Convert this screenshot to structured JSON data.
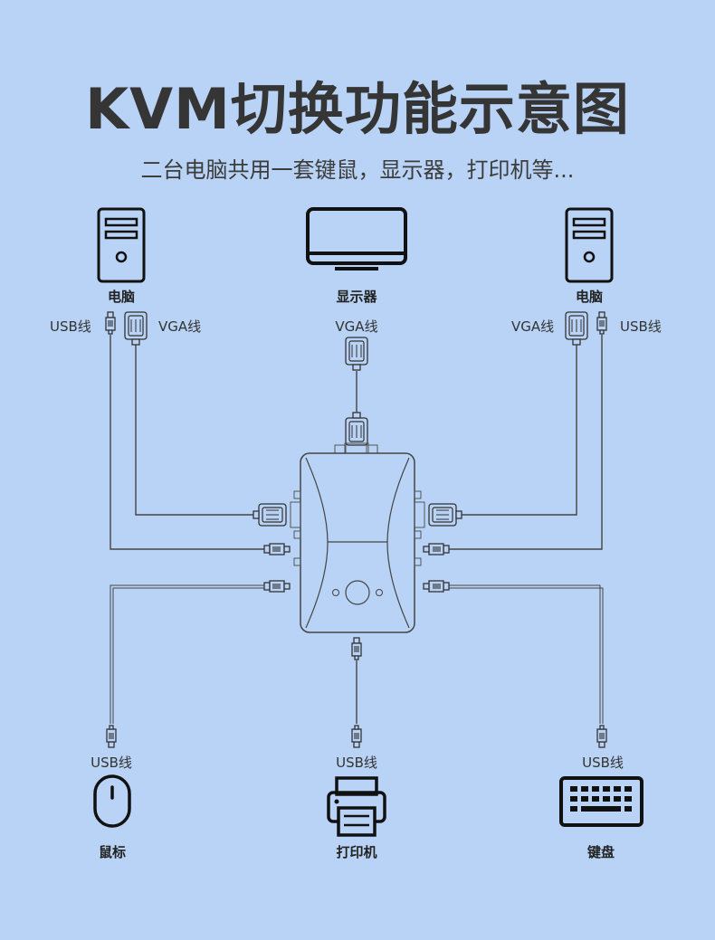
{
  "title": "KVM切换功能示意图",
  "subtitle": "二台电脑共用一套键鼠，显示器，打印机等...",
  "devices": {
    "pc_left": {
      "label": "电脑",
      "icon": "desktop-tower-icon"
    },
    "monitor": {
      "label": "显示器",
      "icon": "monitor-icon"
    },
    "pc_right": {
      "label": "电脑",
      "icon": "desktop-tower-icon"
    },
    "mouse": {
      "label": "鼠标",
      "icon": "mouse-icon"
    },
    "printer": {
      "label": "打印机",
      "icon": "printer-icon"
    },
    "keyboard": {
      "label": "键盘",
      "icon": "keyboard-icon"
    },
    "kvm_switch": {
      "icon": "kvm-switch-icon"
    }
  },
  "cables": {
    "pc_left_usb": "USB线",
    "pc_left_vga": "VGA线",
    "monitor_vga": "VGA线",
    "pc_right_vga": "VGA线",
    "pc_right_usb": "USB线",
    "mouse_usb": "USB线",
    "printer_usb": "USB线",
    "keyboard_usb": "USB线"
  },
  "colors": {
    "background": "#b8d3f5",
    "line": "#333333"
  }
}
